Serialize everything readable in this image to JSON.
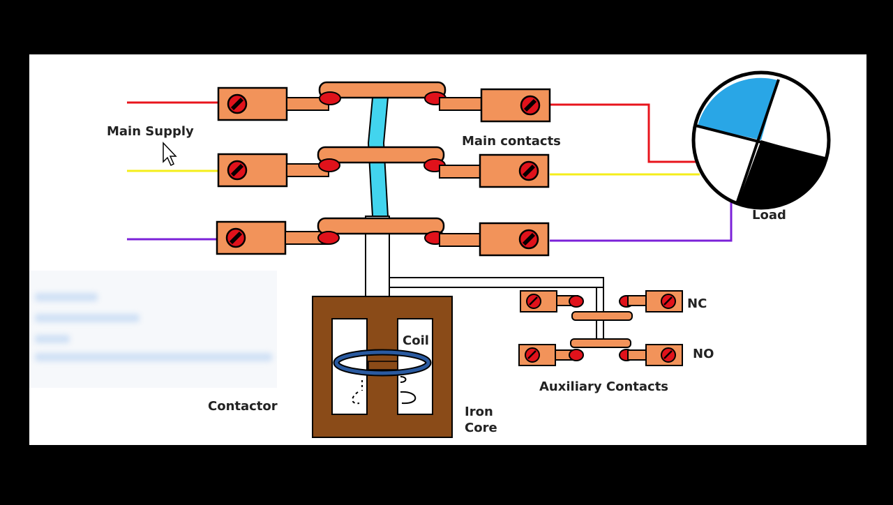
{
  "labels": {
    "main_supply": "Main Supply",
    "main_contacts": "Main contacts",
    "load": "Load",
    "coil": "Coil",
    "contactor": "Contactor",
    "iron_core_line1": "Iron",
    "iron_core_line2": "Core",
    "nc": "NC",
    "no": "NO",
    "auxiliary_contacts": "Auxiliary Contacts"
  },
  "colors": {
    "phase_1": "#e8141c",
    "phase_2": "#f4ee1a",
    "phase_3": "#7b22d8",
    "terminal": "#f2935a",
    "contact_tip": "#e0121b",
    "core": "#8a4b18",
    "coil": "#2a5aa0",
    "armature_rod": "#42d4ee",
    "load_blue": "#29a6e6",
    "load_black": "#000000"
  },
  "icons": {
    "cursor": "mouse-pointer-icon",
    "screw": "screw-terminal-icon"
  }
}
